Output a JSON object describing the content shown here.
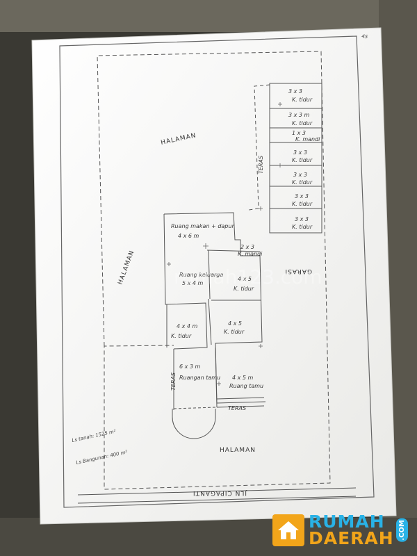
{
  "page_number": "45",
  "yards": {
    "top": "HALAMAN",
    "left": "HALAMAN",
    "bottom": "HALAMAN"
  },
  "garage": "GARASI",
  "street": "JLN CIPAGANTI",
  "rooms": {
    "r1_size": "3 x 3",
    "r1_name": "K. tidur",
    "r2_size": "3 x 3 m",
    "r2_name": "K. tidur",
    "r3_size": "1 x 3",
    "r3_name": "K. mandi",
    "r4_size": "3 x 3",
    "r4_name": "K. tidur",
    "r5_size": "3 x 3",
    "r5_name": "K. tidur",
    "r6_size": "3 x 3",
    "r6_name": "K. tidur",
    "r7_size": "3 x 3",
    "r7_name": "K. tidur",
    "dining_name": "Ruang makan + dapur",
    "dining_size": "4 x 6 m",
    "bath_size": "2 x 3",
    "bath_name": "K. mandi",
    "family_name": "Ruang keluarga",
    "family_size": "5 x 4 m",
    "bed_a_size": "4 x 5",
    "bed_a_name": "K. tidur",
    "bed_b_size": "4 x 4 m",
    "bed_b_name": "K. tidur",
    "bed_c_size": "4 x 5",
    "bed_c_name": "K. tidur",
    "guest_size": "6 x 3 m",
    "guest_name": "Ruangan tamu",
    "living_size": "4 x 5 m",
    "living_name": "Ruang tamu"
  },
  "terraces": {
    "side": "TERAS",
    "front_left": "TERAS",
    "front": "TERAS"
  },
  "notes": {
    "land_area": "Ls tanah: 1525 m²",
    "building_area": "Ls Bangunan: 400 m²"
  },
  "watermark": "rumah123.com",
  "brand": {
    "line1": "RUMAH",
    "line2": "DAERAH",
    "tld": ".COM"
  }
}
